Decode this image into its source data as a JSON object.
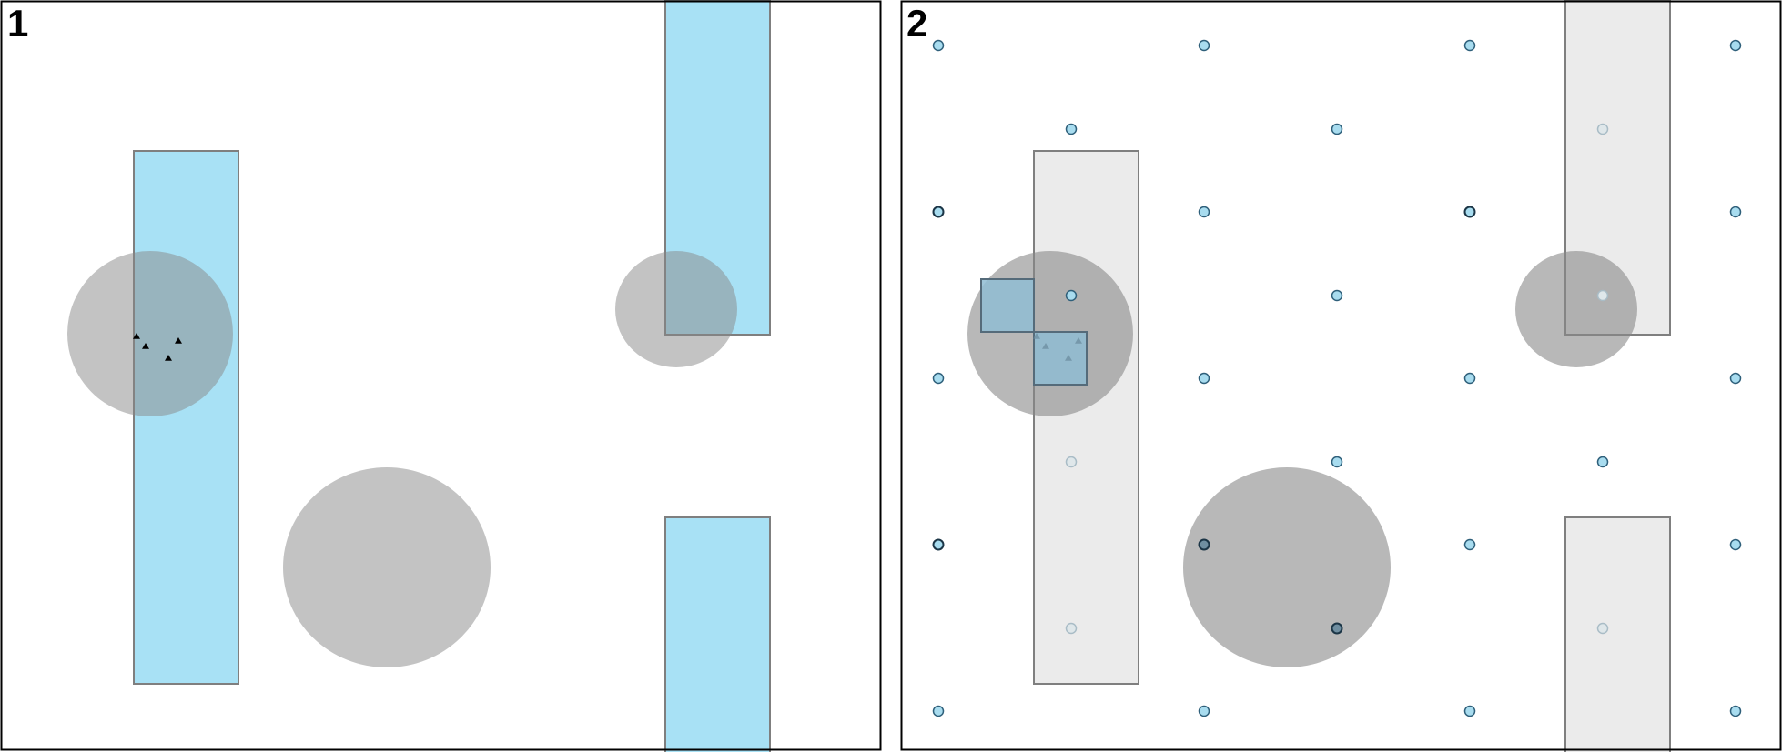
{
  "figure": {
    "panels": [
      {
        "label": "1",
        "colors": {
          "obstacle": "#888888",
          "region": "#a8e1f5",
          "region_edge": "#7f7f7f",
          "marker": "#000000",
          "frame": "#000000"
        },
        "regions": 3,
        "obstacles": 3,
        "markers": 4,
        "marker_shape": "triangle-icon"
      },
      {
        "label": "2",
        "colors": {
          "obstacle": "#888888",
          "region": "#e6e6e6",
          "region_edge": "#7f7f7f",
          "sample_fill": "#a8dcef",
          "sample_edge": "#2e5f7a",
          "selected_cell": "#8fbcd2",
          "frame": "#000000"
        },
        "regions": 3,
        "obstacles": 3,
        "selected_cells": 2,
        "markers": 4,
        "marker_shape": "triangle-icon",
        "sample_grid": {
          "rows": 9,
          "row_pattern": "staggered",
          "sample_shape": "circle-icon"
        }
      }
    ]
  }
}
